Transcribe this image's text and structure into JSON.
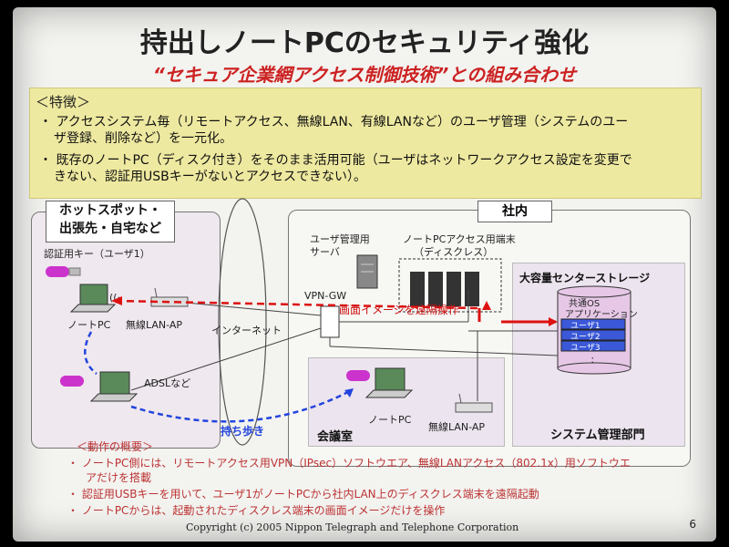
{
  "title": "持出しノートPCのセキュリティ強化",
  "subtitle": "“セキュア企業網アクセス制御技術”との組み合わせ",
  "features": {
    "heading": "＜特徴＞",
    "bullet1_line1": "・ アクセスシステム毎（リモートアクセス、無線LAN、有線LANなど）のユーザ管理（システムのユー",
    "bullet1_line2": "ザ登録、削除など）を一元化。",
    "bullet2_line1": "・ 既存のノートPC（ディスク付き）をそのまま活用可能（ユーザはネットワークアクセス設定を変更で",
    "bullet2_line2": "きない、認証用USBキーがないとアクセスできない）。"
  },
  "left_area": {
    "label_line1": "ホットスポット・",
    "label_line2": "出張先・自宅など",
    "auth_key": "認証用キー（ユーザ1）",
    "notepc": "ノートPC",
    "wireless_ap": "無線LAN-AP",
    "adsl": "ADSLなど"
  },
  "internet": "インターネット",
  "carry": "持ち歩き",
  "right_area": {
    "label": "社内",
    "user_server_line1": "ユーザ管理用",
    "user_server_line2": "サーバ",
    "terminal_line1": "ノートPCアクセス用端末",
    "terminal_line2": "（ディスクレス）",
    "vpn_gw": "VPN-GW",
    "remote_op": "画面イメージを遠隔操作",
    "storage": "大容量センターストレージ",
    "storage_app_line1": "共通OS",
    "storage_app_line2": "アプリケーション",
    "users": [
      "ユーザ1",
      "ユーザ2",
      "ユーザ3",
      "："
    ],
    "meeting": "会議室",
    "meeting_notepc": "ノートPC",
    "meeting_ap": "無線LAN-AP",
    "sysdept": "システム管理部門"
  },
  "notes": {
    "heading": "＜動作の概要＞",
    "n1_line1": "・ ノートPC側には、リモートアクセス用VPN（IPsec）ソフトウエア、無線LANアクセス（802.1x）用ソフトウエ",
    "n1_line2": "アだけを搭載",
    "n2": "・ 認証用USBキーを用いて、ユーザ1がノートPCから社内LAN上のディスクレス端末を遠隔起動",
    "n3": "・ ノートPCからは、起動されたディスクレス端末の画面イメージだけを操作"
  },
  "copyright": "Copyright (c) 2005 Nippon Telegraph and Telephone Corporation",
  "page": "6",
  "colors": {
    "title": "#222222",
    "subtitle": "#cc2222",
    "feature_bg": "#eee9a0",
    "red_arrow": "#dd1111",
    "blue_arrow": "#2244dd",
    "usb_key": "#cc33cc"
  }
}
